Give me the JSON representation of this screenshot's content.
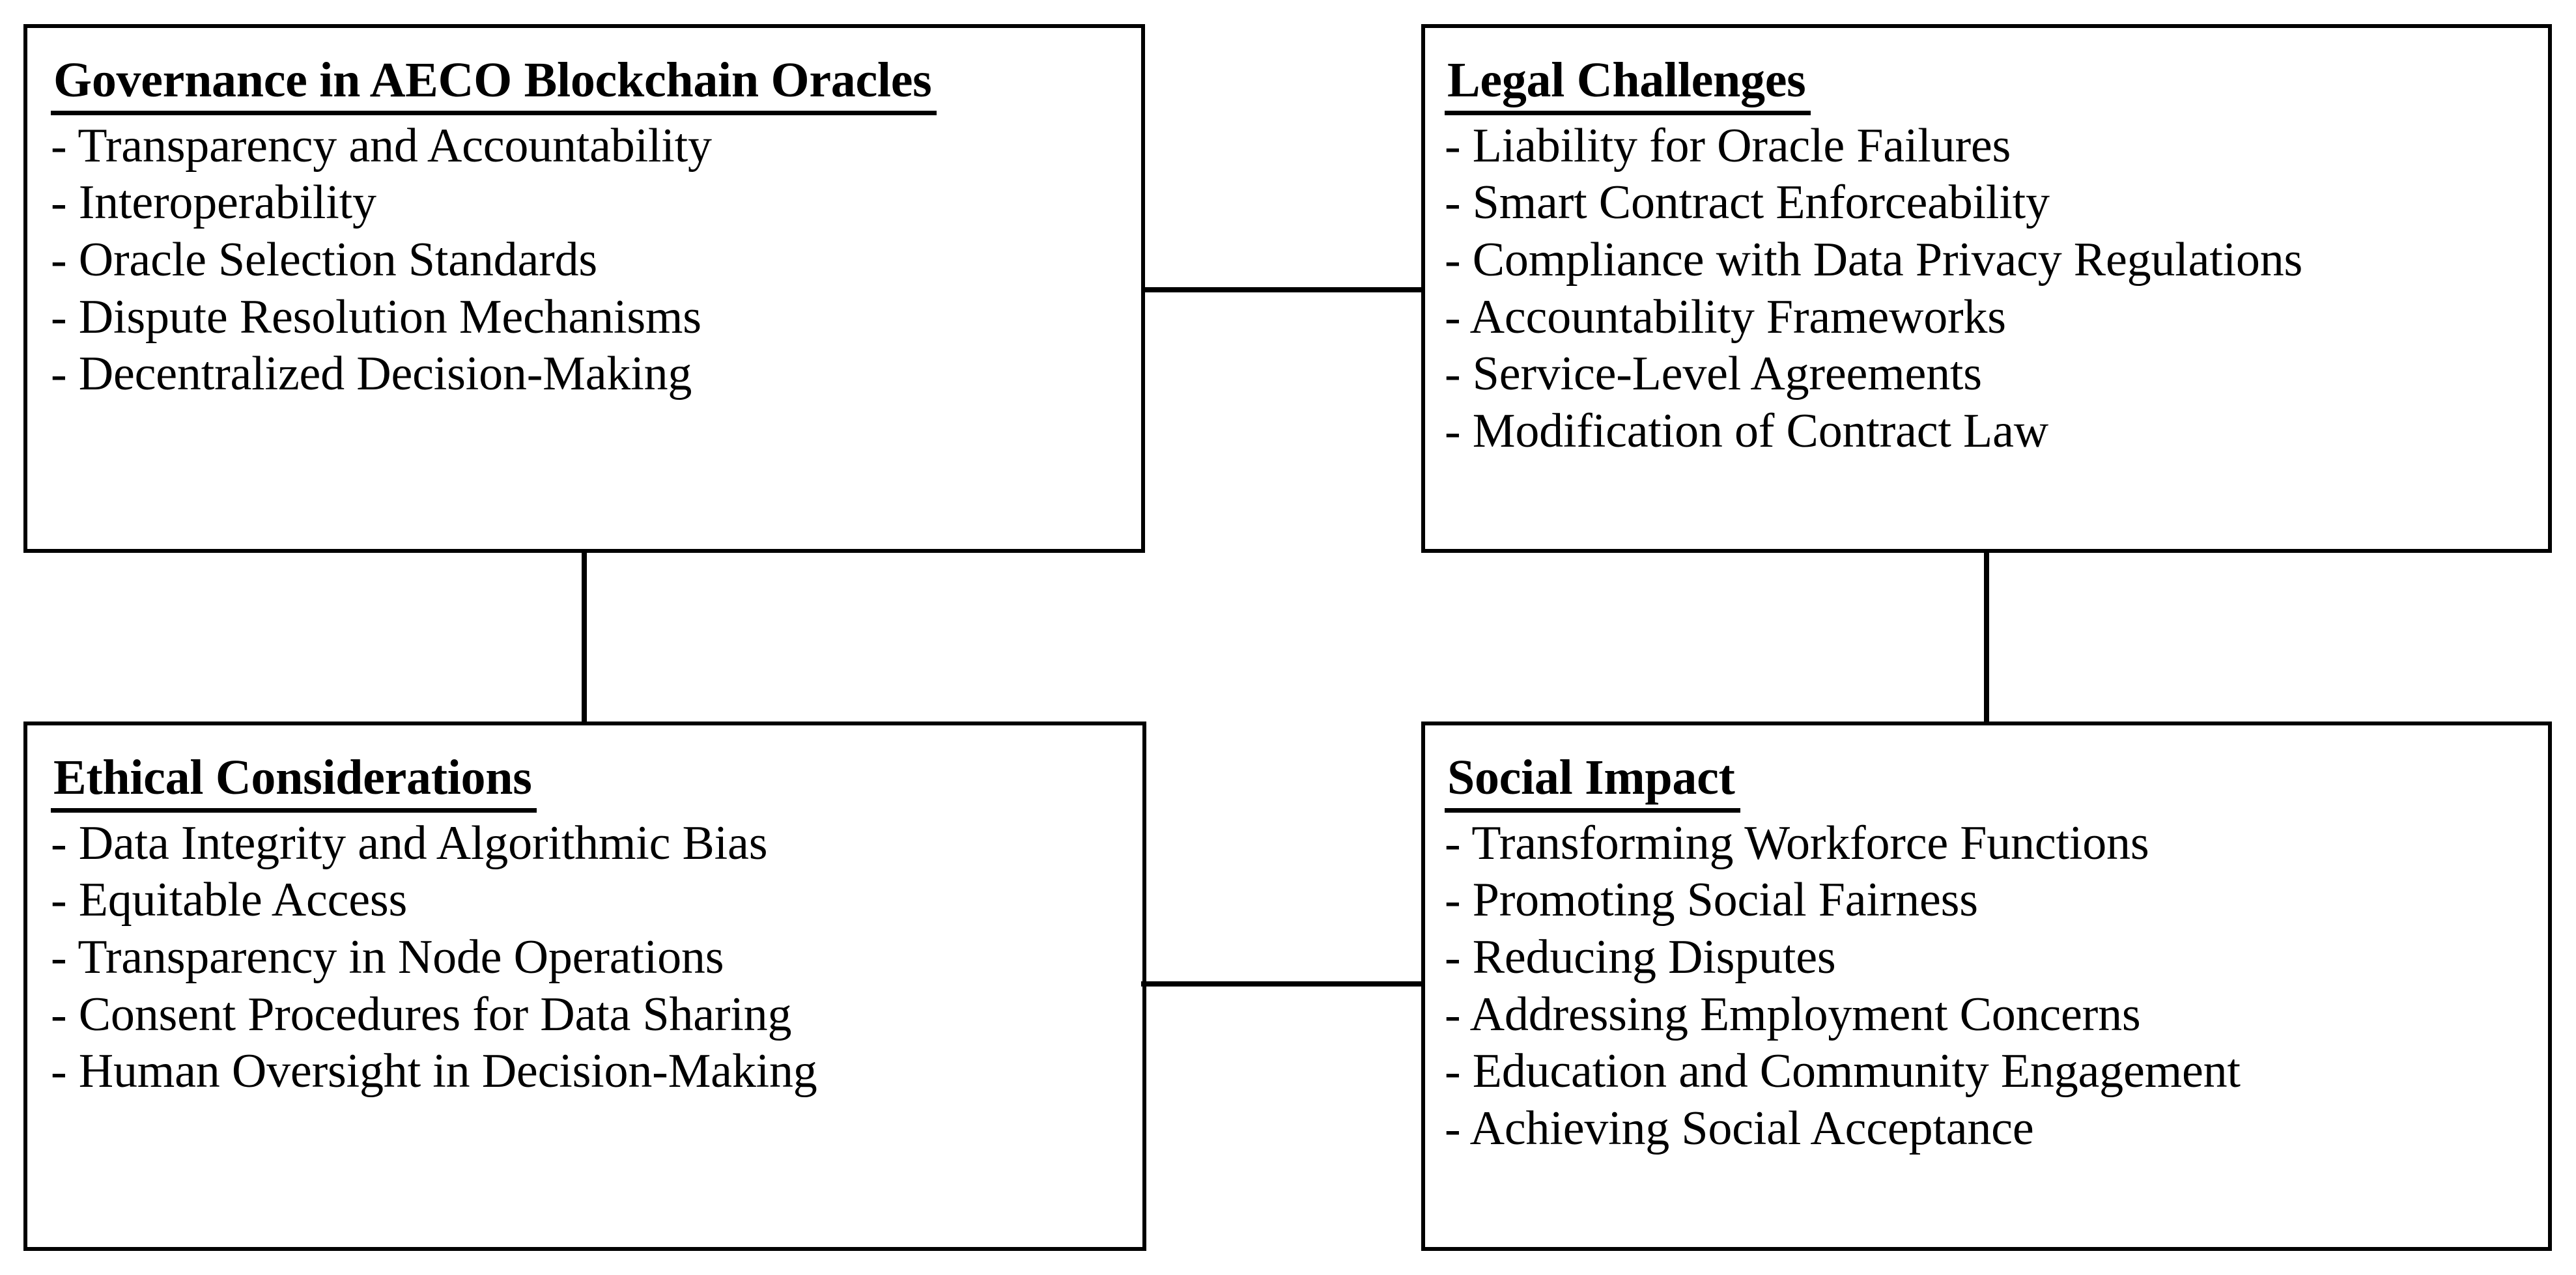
{
  "diagram": {
    "type": "four-quadrant-linked-boxes",
    "line_color": "#000000",
    "background_color": "#ffffff",
    "text_color": "#000000",
    "nodes": [
      {
        "id": "governance",
        "position": "top-left",
        "title": "Governance in AECO Blockchain Oracles",
        "items": [
          "- Transparency and Accountability",
          "- Interoperability",
          "- Oracle Selection Standards",
          "- Dispute Resolution Mechanisms",
          "- Decentralized Decision-Making"
        ]
      },
      {
        "id": "legal",
        "position": "top-right",
        "title": "Legal Challenges",
        "items": [
          "- Liability for Oracle Failures",
          "- Smart Contract Enforceability",
          "- Compliance with Data Privacy Regulations",
          "- Accountability Frameworks",
          "- Service-Level Agreements",
          "- Modification of Contract Law"
        ]
      },
      {
        "id": "ethical",
        "position": "bottom-left",
        "title": "Ethical Considerations",
        "items": [
          "- Data Integrity and Algorithmic Bias",
          "- Equitable Access",
          "- Transparency in Node Operations",
          "- Consent Procedures for Data Sharing",
          "- Human Oversight in Decision-Making"
        ]
      },
      {
        "id": "social",
        "position": "bottom-right",
        "title": "Social Impact",
        "items": [
          "- Transforming Workforce Functions",
          "- Promoting Social Fairness",
          "- Reducing Disputes",
          "- Addressing Employment Concerns",
          "- Education and Community Engagement",
          "- Achieving Social Acceptance"
        ]
      }
    ],
    "connectors": [
      {
        "id": "governance-legal",
        "from": "governance",
        "to": "legal",
        "orientation": "horizontal"
      },
      {
        "id": "ethical-social",
        "from": "ethical",
        "to": "social",
        "orientation": "horizontal"
      },
      {
        "id": "governance-ethical",
        "from": "governance",
        "to": "ethical",
        "orientation": "vertical"
      },
      {
        "id": "legal-social",
        "from": "legal",
        "to": "social",
        "orientation": "vertical"
      }
    ]
  }
}
